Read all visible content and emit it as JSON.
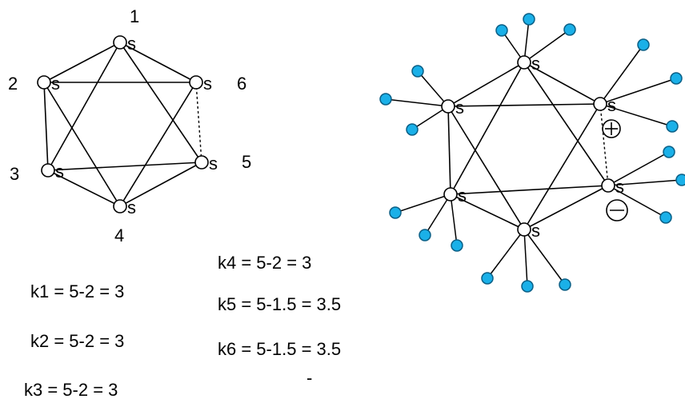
{
  "left_cluster": {
    "atom_symbol": "s",
    "atom_numbers": [
      "1",
      "2",
      "6",
      "3",
      "5",
      "4"
    ]
  },
  "right_cluster": {
    "atom_symbol": "s",
    "ligand_color": "#1ab0e8",
    "charge_signs": [
      "+",
      "−"
    ]
  },
  "k_values": {
    "k1": "k1 = 5-2 = 3",
    "k2": "k2 = 5-2 = 3",
    "k3": "k3 = 5-2 = 3",
    "k4": "k4 = 5-2 = 3",
    "k5": "k5 = 5-1.5 = 3.5",
    "k6": "k6 = 5-1.5 = 3.5",
    "footnote": "-"
  }
}
